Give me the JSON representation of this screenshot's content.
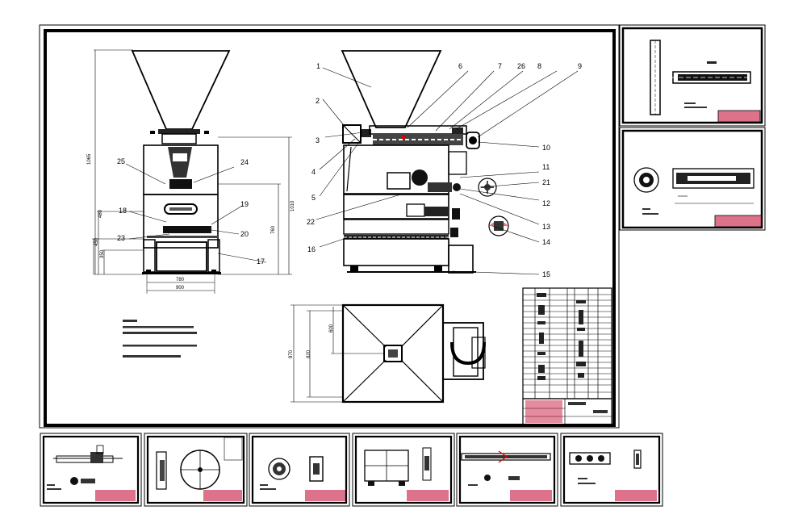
{
  "assembly": {
    "part_numbers_right": [
      "1",
      "2",
      "3",
      "4",
      "5",
      "6",
      "7",
      "26",
      "8",
      "9",
      "10",
      "11",
      "21",
      "12",
      "13",
      "22",
      "14",
      "16",
      "15"
    ],
    "part_numbers_left": [
      "25",
      "24",
      "18",
      "19",
      "23",
      "20",
      "17"
    ],
    "dimensions_left": [
      "1065",
      "1010",
      "760",
      "480",
      "450",
      "350",
      "780",
      "900"
    ],
    "dimensions_bottom": [
      "600",
      "870",
      "820"
    ]
  }
}
